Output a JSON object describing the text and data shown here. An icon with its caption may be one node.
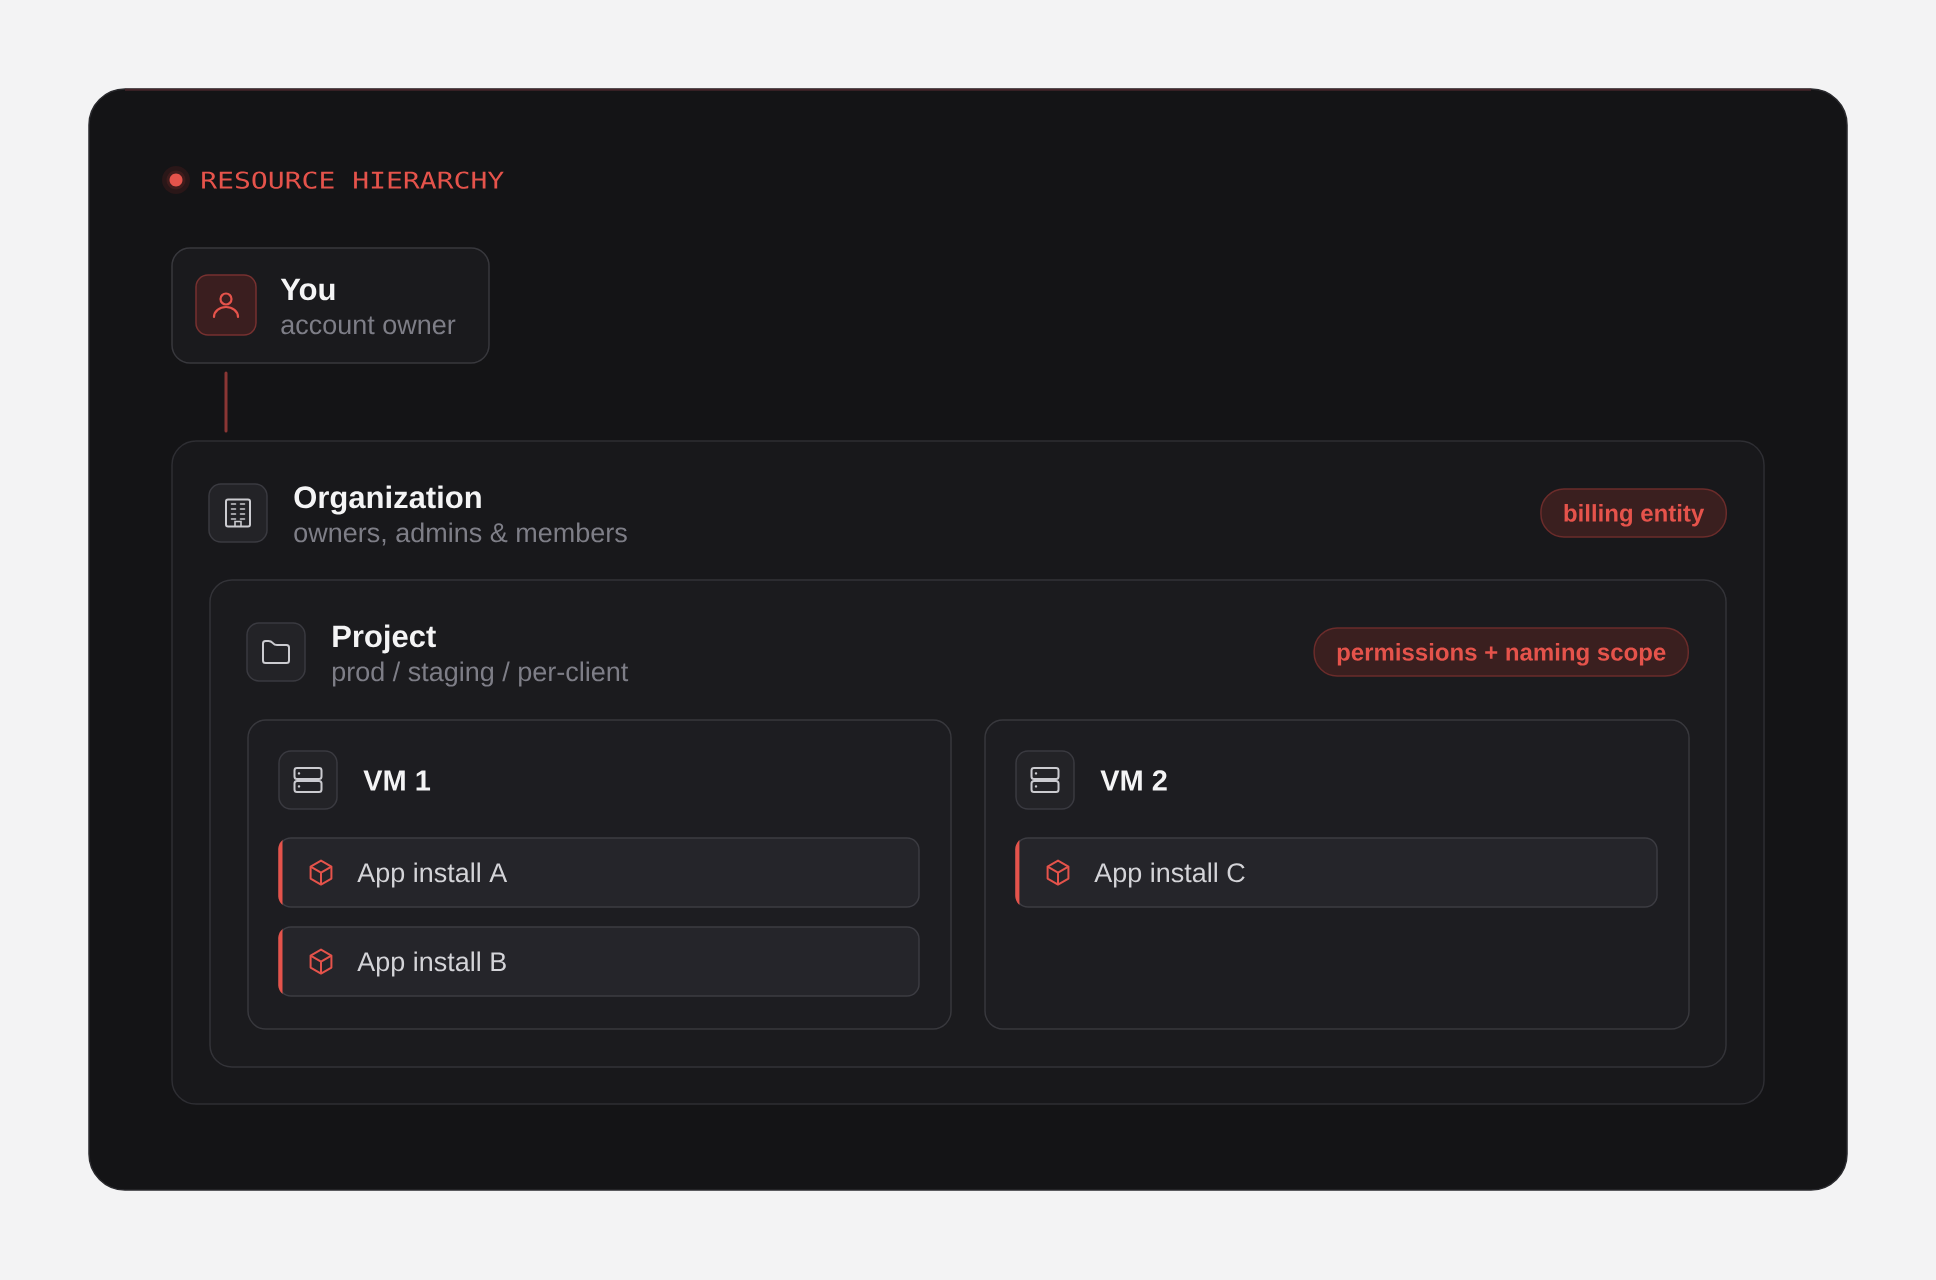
{
  "diagram": {
    "title": "RESOURCE HIERARCHY",
    "nodes": [
      {
        "text": [
          "You",
          "account owner"
        ]
      },
      {
        "text": [
          "Organization",
          "owners, admins & members"
        ]
      },
      {
        "text": [
          "billing entity"
        ],
        "in": 1
      },
      {
        "text": [
          "Project",
          "prod / staging / per-client"
        ],
        "in": 1
      },
      {
        "text": [
          "permissions + naming scope"
        ],
        "in": 3
      },
      {
        "text": [
          "VM 1"
        ],
        "in": 3
      },
      {
        "text": [
          "App install A"
        ],
        "in": 5
      },
      {
        "text": [
          "App install B"
        ],
        "in": 5
      },
      {
        "text": [
          "VM 2"
        ],
        "in": 3
      },
      {
        "text": [
          "App install C"
        ],
        "in": 8
      }
    ],
    "edges": [
      {
        "from": 0,
        "to": 1,
        "arrow": "none"
      }
    ]
  }
}
